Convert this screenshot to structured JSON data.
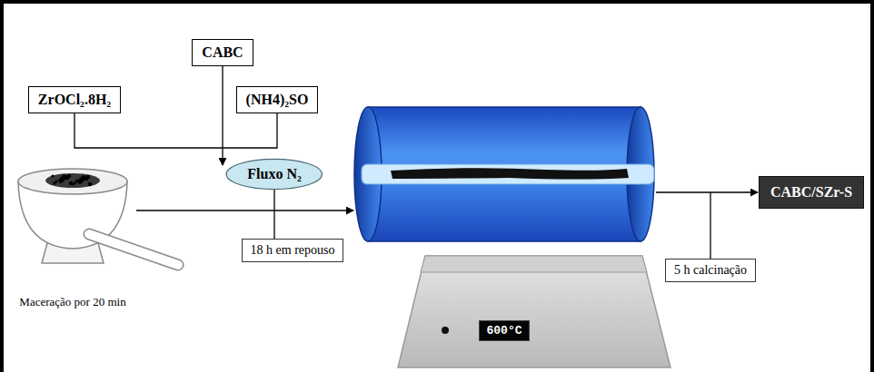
{
  "diagram": {
    "nodes": [
      {
        "text": [
          "CABC"
        ]
      },
      {
        "text": [
          "ZrOCl₂.8H₂"
        ]
      },
      {
        "text": [
          "(NH4)₂SO"
        ]
      },
      {
        "text": [
          "Fluxo N₂"
        ]
      },
      {
        "text": [
          "18 h em repouso"
        ]
      },
      {
        "text": [
          "600°C"
        ]
      },
      {
        "text": [
          "5 h calcinação"
        ]
      },
      {
        "text": [
          "CABC/SZr-S"
        ]
      }
    ],
    "edges": [
      {
        "from": 1,
        "to": 2,
        "arrow": "none"
      },
      {
        "from": 3,
        "to": 4,
        "arrow": "none"
      }
    ],
    "labels": [
      "Maceração por 20 min"
    ]
  }
}
